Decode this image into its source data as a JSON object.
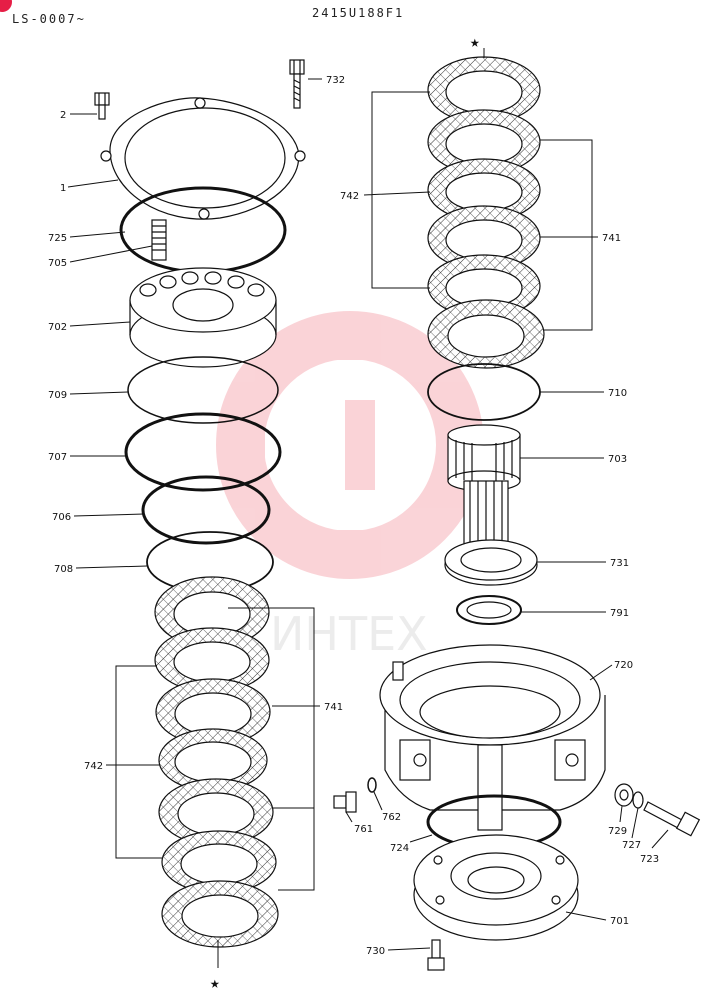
{
  "header": {
    "serial_range": "LS-0007~",
    "drawing_number": "2415U188F1"
  },
  "watermark": {
    "text": "ИНТЕХ",
    "color": "#f4a0a8"
  },
  "colors": {
    "line": "#111111",
    "badge": "#e61e46"
  },
  "markers": {
    "star": "★"
  },
  "parts": {
    "p1": "1",
    "p2": "2",
    "p701": "701",
    "p702": "702",
    "p703": "703",
    "p705": "705",
    "p706": "706",
    "p707": "707",
    "p708": "708",
    "p709": "709",
    "p710": "710",
    "p720": "720",
    "p723": "723",
    "p724": "724",
    "p725": "725",
    "p727": "727",
    "p729": "729",
    "p730": "730",
    "p731": "731",
    "p732": "732",
    "p741_left": "741",
    "p741_right": "741",
    "p742_left": "742",
    "p742_right": "742",
    "p761": "761",
    "p762": "762",
    "p791": "791"
  }
}
